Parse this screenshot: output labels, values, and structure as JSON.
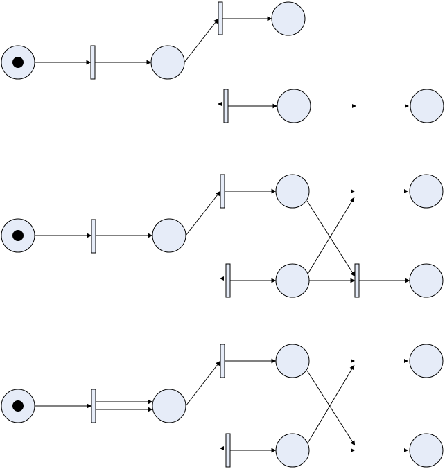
{
  "colors": {
    "place_fill": "#e6ecf8",
    "transition_fill": "#e6ecf8",
    "stroke": "#000000",
    "token": "#000000"
  },
  "diagram": {
    "panels": [
      {
        "name": "panel-1",
        "places": [
          "start",
          "middle",
          "upper-output",
          "lower-output",
          "far-right"
        ],
        "marked_places": [
          "start"
        ],
        "transitions": [
          "entry",
          "upper",
          "lower"
        ],
        "arcs": [
          [
            "start",
            "entry"
          ],
          [
            "entry",
            "middle"
          ],
          [
            "middle",
            "upper"
          ],
          [
            "upper",
            "upper-output"
          ],
          [
            "lower",
            "lower-output"
          ]
        ]
      },
      {
        "name": "panel-2",
        "places": [
          "start",
          "middle",
          "upper-output",
          "lower-output",
          "far-right-top",
          "far-right-bottom"
        ],
        "marked_places": [
          "start"
        ],
        "transitions": [
          "entry",
          "upper",
          "lower",
          "join"
        ],
        "arcs": [
          [
            "start",
            "entry"
          ],
          [
            "entry",
            "middle"
          ],
          [
            "middle",
            "upper"
          ],
          [
            "upper",
            "upper-output"
          ],
          [
            "lower",
            "lower-output"
          ],
          [
            "upper-output",
            "join"
          ],
          [
            "lower-output",
            "join"
          ],
          [
            "lower-output",
            "upper-right-stub"
          ],
          [
            "join",
            "far-right-bottom"
          ]
        ]
      },
      {
        "name": "panel-3",
        "places": [
          "start",
          "middle",
          "upper-output",
          "lower-output",
          "far-right-top",
          "far-right-bottom"
        ],
        "marked_places": [
          "start"
        ],
        "transitions": [
          "entry",
          "upper",
          "lower"
        ],
        "arcs": [
          [
            "start",
            "entry"
          ],
          [
            "entry",
            "middle",
            "double"
          ],
          [
            "middle",
            "upper"
          ],
          [
            "upper",
            "upper-output"
          ],
          [
            "lower",
            "lower-output"
          ],
          [
            "upper-output",
            "lower-right-stub"
          ],
          [
            "lower-output",
            "upper-right-stub"
          ]
        ]
      }
    ]
  }
}
